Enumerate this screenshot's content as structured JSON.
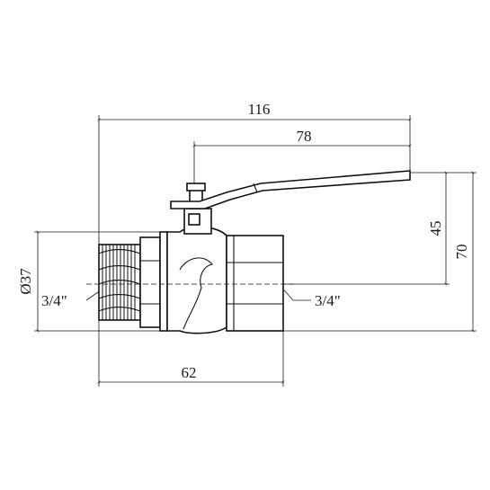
{
  "dimensions": {
    "overall_length": "116",
    "handle_length": "78",
    "height_to_handle": "45",
    "overall_height": "70",
    "body_diameter": "Ø37",
    "body_length": "62",
    "thread_left": "3/4\"",
    "thread_right": "3/4\""
  }
}
